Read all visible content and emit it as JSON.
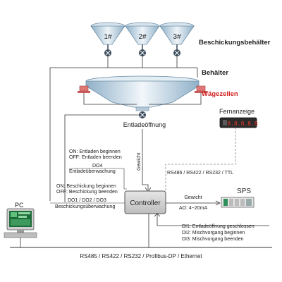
{
  "colors": {
    "hopper_light": "#e8f0f6",
    "hopper_dark": "#8fb0c8",
    "valve_dark": "#3a4a5a",
    "load_cell": "#e07878",
    "load_cell_label": "#d22222",
    "controller_fill": "#d9d9d9",
    "line": "#333333",
    "dashed": "#888888",
    "display_digits": "#e23a2a",
    "display_bg": "#2a2a2a",
    "plc_green": "#2f8f5a"
  },
  "labels": {
    "feed_hoppers": "Beschickungsbehälter",
    "container": "Behälter",
    "load_cells": "Wägezellen",
    "discharge_opening": "Entladeöffnung",
    "remote_display": "Fernanzeige",
    "display_value": "8.8.8.8.8",
    "plc": "SPS",
    "controller": "Controller",
    "pc": "PC",
    "weight_vertical": "Gewicht",
    "weight": "Gewicht",
    "analog_out": "AO: 4~20mA",
    "serial_ports": "RS486 / RS422 / RS232 / TTL",
    "bus": "RS485 / RS422 / RS232 / Profibus-DP / Ethernet"
  },
  "hoppers": [
    {
      "label": "1#",
      "icon": "valve-icon"
    },
    {
      "label": "2#",
      "icon": "valve-icon"
    },
    {
      "label": "3#",
      "icon": "valve-icon"
    }
  ],
  "do4_block": {
    "line1": "ON: Entladen beginnen",
    "line2": "OFF: Entladen beenden",
    "code": "DO4",
    "title": "Entladeüberwachung"
  },
  "do123_block": {
    "line1": "ON: Beschickung beginnen",
    "line2": "OFF: Beschickung beenden",
    "code": "DO1 / DO2 / DO3",
    "title": "Beschickungsüberwachung"
  },
  "di_block": {
    "di1": "DI1: Entladeöffnung geschlossen",
    "di2": "DI2: Mischvorgang beginnen",
    "di3": "DI3: Mischvorgang beenden"
  }
}
